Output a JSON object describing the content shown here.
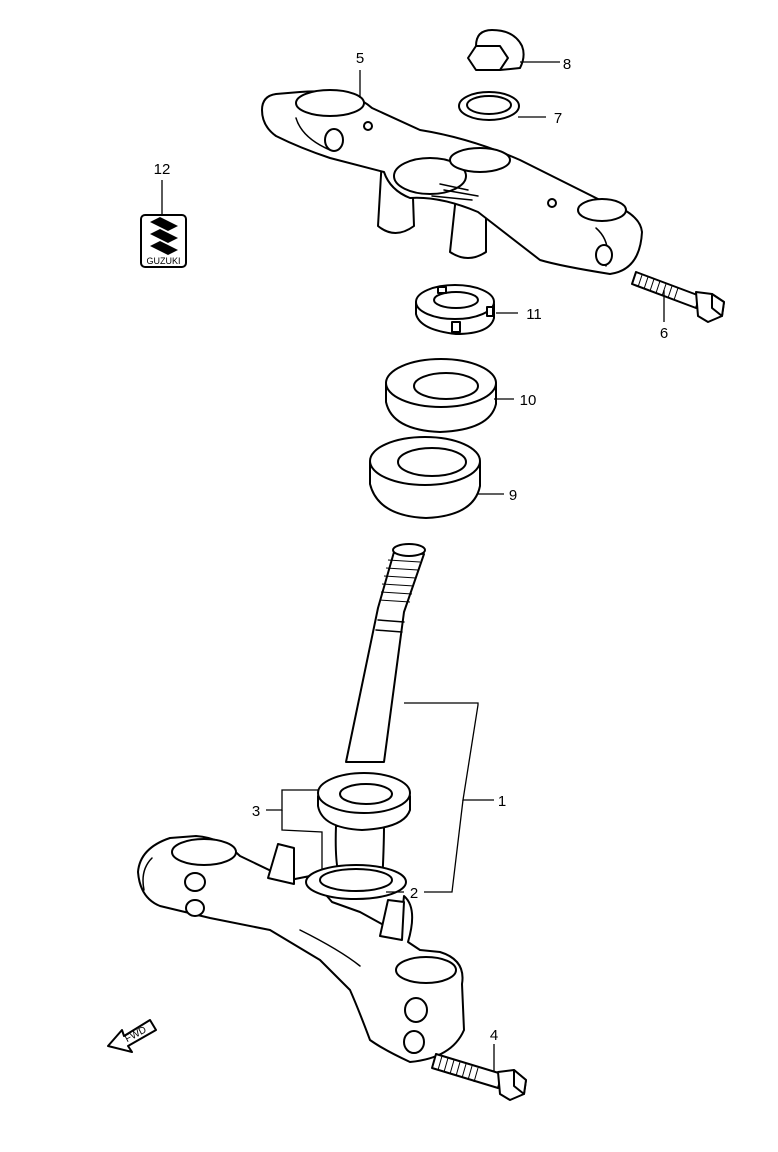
{
  "diagram": {
    "callouts": [
      {
        "id": "1",
        "label": "1"
      },
      {
        "id": "2",
        "label": "2"
      },
      {
        "id": "3",
        "label": "3"
      },
      {
        "id": "4",
        "label": "4"
      },
      {
        "id": "5",
        "label": "5"
      },
      {
        "id": "6",
        "label": "6"
      },
      {
        "id": "7",
        "label": "7"
      },
      {
        "id": "8",
        "label": "8"
      },
      {
        "id": "9",
        "label": "9"
      },
      {
        "id": "10",
        "label": "10"
      },
      {
        "id": "11",
        "label": "11"
      },
      {
        "id": "12",
        "label": "12"
      }
    ],
    "emblem_text": "GUZUKI",
    "direction_arrow": {
      "label": "FWD",
      "icon": "forward-arrow-icon"
    }
  }
}
